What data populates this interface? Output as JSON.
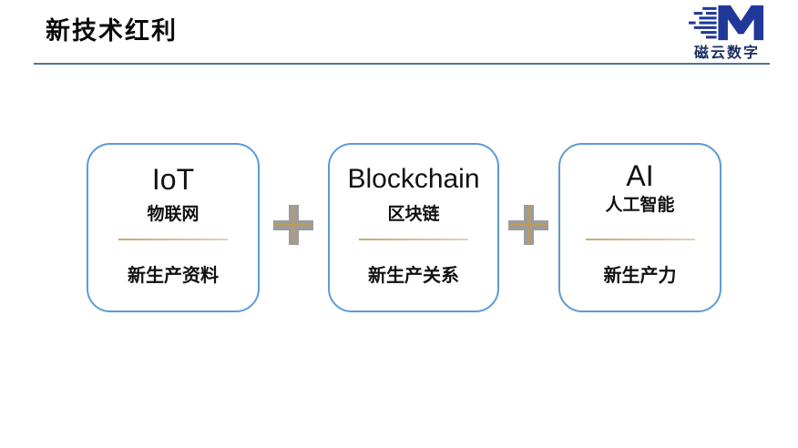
{
  "header": {
    "title": "新技术红利"
  },
  "logo": {
    "text": "磁云数字"
  },
  "cards": [
    {
      "en_title": "IoT",
      "zh_subtitle": "物联网",
      "caption": "新生产资料"
    },
    {
      "en_title": "Blockchain",
      "zh_subtitle": "区块链",
      "caption": "新生产关系"
    },
    {
      "en_title": "AI",
      "zh_subtitle": "人工智能",
      "caption": "新生产力"
    }
  ],
  "colors": {
    "card_border": "#5B9BD5",
    "divider": "#c9a878",
    "title_rule": "#4d7394",
    "plus_gray": "#9c9c9c",
    "plus_gold": "#c59a4f",
    "logo_blue": "#20389a",
    "logo_text": "#1b2f5f"
  }
}
